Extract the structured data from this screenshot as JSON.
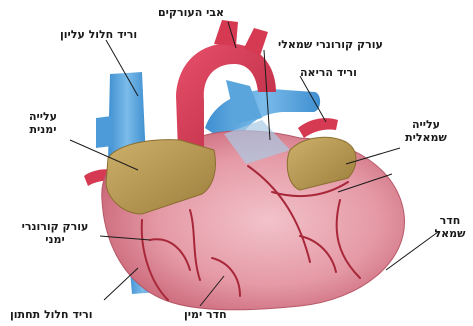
{
  "labels": {
    "aortic_arch": "אבי העורקים",
    "left_coronary_artery": "עורק קורונרי שמאלי",
    "superior_vena_cava": "וריד חלול עליון",
    "pulmonary_vein": "וריד הריאה",
    "right_atrium_line1": "עלייה",
    "right_atrium_line2": "ימנית",
    "left_atrium_line1": "עלייה",
    "left_atrium_line2": "שמאלית",
    "right_coronary_line1": "עורק קורונרי",
    "right_coronary_line2": "ימני",
    "left_ventricle_line1": "חדר",
    "left_ventricle_line2": "שמאל",
    "inferior_vena_cava": "וריד חלול תחתון",
    "right_ventricle": "חדר ימין"
  },
  "colors": {
    "heart": "#e59aa6",
    "heart_dark": "#c96476",
    "aorta": "#d63a52",
    "vein_blue": "#5aa6dc",
    "atrium": "#b89a52",
    "coronary": "#a8283a"
  }
}
